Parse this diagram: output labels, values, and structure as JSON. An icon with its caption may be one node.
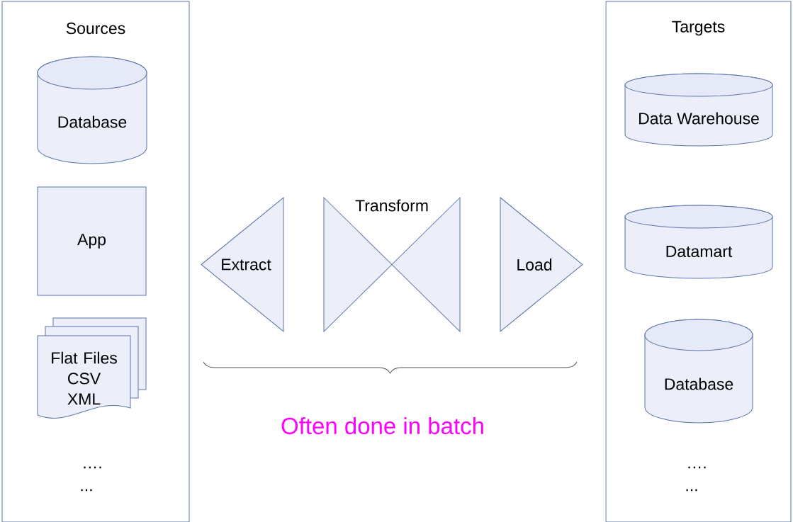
{
  "diagram": {
    "nodes": [
      {
        "text": [
          "Sources"
        ]
      },
      {
        "text": [
          "Database"
        ],
        "in": 0
      },
      {
        "text": [
          "App"
        ],
        "in": 0
      },
      {
        "text": [
          "Flat Files CSV XML"
        ],
        "in": 0
      },
      {
        "text": [
          "Extract"
        ]
      },
      {
        "text": [
          "Transform"
        ]
      },
      {
        "text": [
          "Load"
        ]
      },
      {
        "text": [
          "Targets"
        ]
      },
      {
        "text": [
          "Data Warehouse"
        ],
        "in": 7
      },
      {
        "text": [
          "Datamart"
        ],
        "in": 7
      },
      {
        "text": [
          "Database"
        ],
        "in": 7
      }
    ],
    "labels": [
      "….",
      "...",
      "….",
      "...",
      "Often done in batch"
    ]
  }
}
